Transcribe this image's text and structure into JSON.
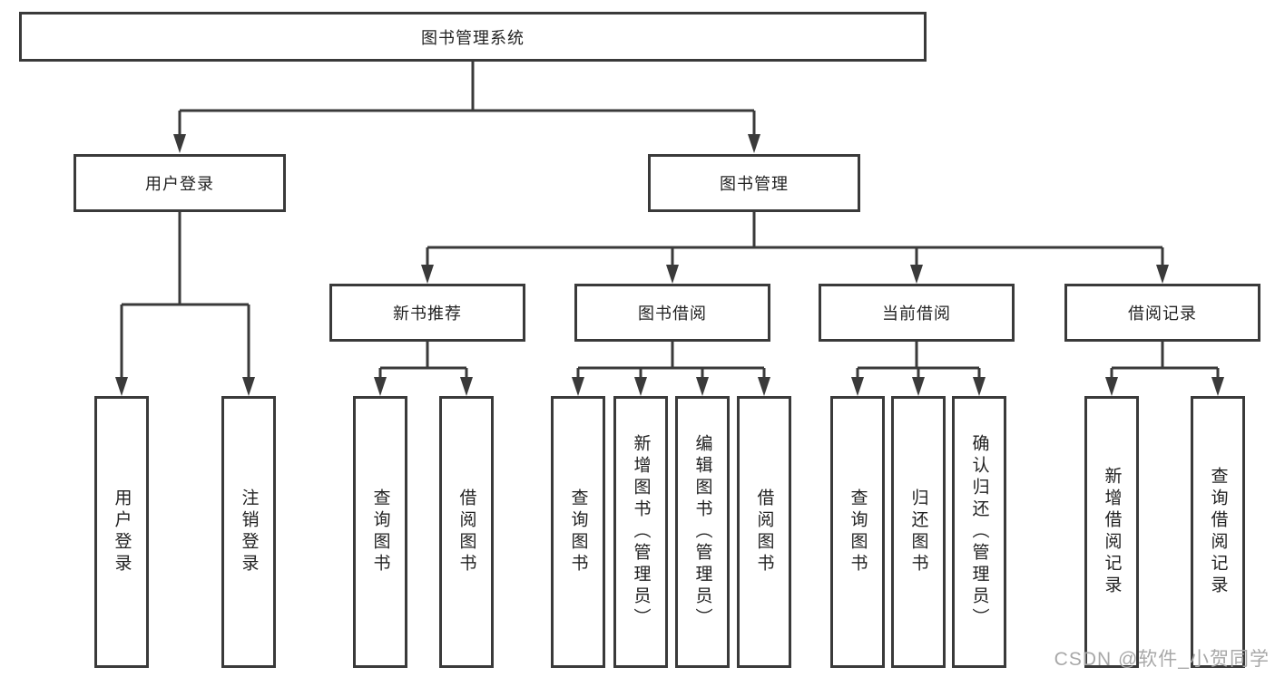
{
  "colors": {
    "line": "#3a3a3a",
    "text": "#222222",
    "watermark": "#a8a8a8"
  },
  "diagram": {
    "root": {
      "label": "图书管理系统"
    },
    "level2": [
      {
        "label": "用户登录"
      },
      {
        "label": "图书管理"
      }
    ],
    "level3": [
      {
        "label": "新书推荐"
      },
      {
        "label": "图书借阅"
      },
      {
        "label": "当前借阅"
      },
      {
        "label": "借阅记录"
      }
    ],
    "leaves": [
      {
        "label": "用户登录"
      },
      {
        "label": "注销登录"
      },
      {
        "label": "查询图书"
      },
      {
        "label": "借阅图书"
      },
      {
        "label": "查询图书"
      },
      {
        "label": "新增图书（管理员）"
      },
      {
        "label": "编辑图书（管理员）"
      },
      {
        "label": "借阅图书"
      },
      {
        "label": "查询图书"
      },
      {
        "label": "归还图书"
      },
      {
        "label": "确认归还（管理员）"
      },
      {
        "label": "新增借阅记录"
      },
      {
        "label": "查询借阅记录"
      }
    ],
    "watermark": "CSDN @软件_小贺同学"
  }
}
